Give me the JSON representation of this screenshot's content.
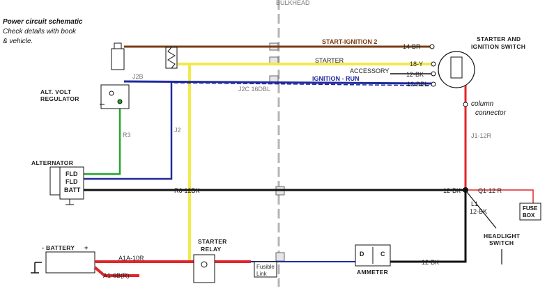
{
  "notes": {
    "title": "Power circuit schematic",
    "line1": "Check details with book",
    "line2": "& vehicle."
  },
  "labels": {
    "bulkhead": "BULKHEAD",
    "starter_switch_l1": "STARTER AND",
    "starter_switch_l2": "IGNITION SWITCH",
    "alt_volt_l1": "ALT. VOLT",
    "alt_volt_l2": "REGULATOR",
    "alternator": "ALTERNATOR",
    "fld1": "FLD",
    "fld2": "FLD",
    "batt": "BATT",
    "battery": "BATTERY",
    "battery_minus": "-",
    "battery_plus": "+",
    "starter_relay_l1": "STARTER",
    "starter_relay_l2": "RELAY",
    "fusible_l1": "Fusible",
    "fusible_l2": "Link",
    "ammeter": "AMMETER",
    "ammeter_d": "D",
    "ammeter_c": "C",
    "headlight_l1": "HEADLIGHT",
    "headlight_l2": "SWITCH",
    "fuse_l1": "FUSE",
    "fuse_l2": "BOX",
    "column_l1": "column",
    "column_l2": "connector"
  },
  "wires": {
    "start_ignition": "START-IGNITION 2",
    "w14br": "14-BR",
    "starter": "STARTER",
    "w18y": "18-Y",
    "accessory": "ACCESSORY",
    "w12bk_acc": "12-BK",
    "ignition_run": "IGNITION - RUN",
    "w12dbl": "12-DBL",
    "j2b": "J2B",
    "j2c": "J2C 16DBL",
    "r3": "R3",
    "j2": "J2",
    "r6": "R6-12BK",
    "j1": "J1-12R",
    "w12bk_mid": "12-BK",
    "q1": "Q1-12 R",
    "l1": "L1",
    "l1_w": "12-BK",
    "a1a": "A1A-10R",
    "a1": "A1-6B(R)",
    "w12bk_amm": "12-BK"
  },
  "colors": {
    "brown": "#7a3d14",
    "yellow": "#f2e94a",
    "blue": "#1f2a9c",
    "green": "#22a32c",
    "red": "#e0262a",
    "black": "#111111"
  }
}
